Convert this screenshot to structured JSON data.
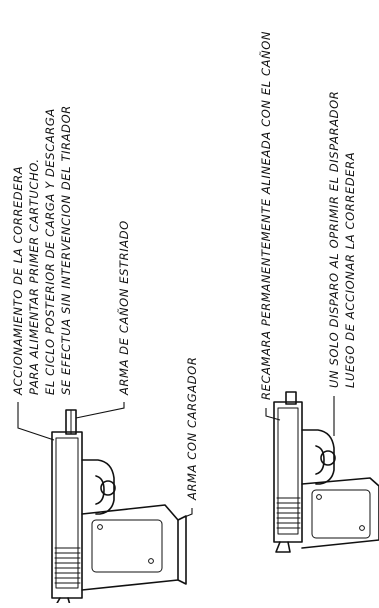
{
  "figure_a": {
    "label_slide_line1": "ACCIONAMIENTO DE LA CORREDERA",
    "label_slide_line2": "PARA ALIMENTAR PRIMER CARTUCHO.",
    "label_slide_line3": "EL CICLO POSTERIOR DE CARGA Y DESCARGA",
    "label_slide_line4": "SE EFECTUA SIN INTERVENCION DEL TIRADOR",
    "label_rifled": "ARMA DE CAÑON ESTRIADO",
    "label_magazine": "ARMA CON CARGADOR"
  },
  "figure_b": {
    "label_chamber": "RECAMARA PERMANENTEMENTE ALINEADA CON EL CAÑON",
    "label_single_line1": "UN SOLO DISPARO AL OPRIMIR EL DISPARADOR",
    "label_single_line2": "LUEGO DE ACCIONAR LA CORREDERA"
  }
}
